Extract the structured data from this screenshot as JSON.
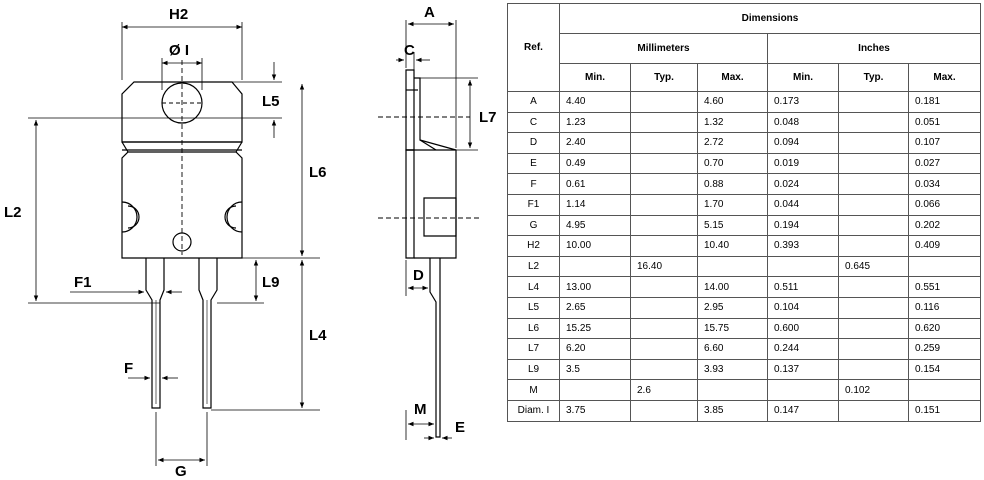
{
  "drawing_labels": {
    "h2": "H2",
    "diam": "Ø I",
    "l5": "L5",
    "l6": "L6",
    "l2": "L2",
    "f1": "F1",
    "l9": "L9",
    "l4": "L4",
    "f": "F",
    "g": "G",
    "a": "A",
    "c": "C",
    "l7": "L7",
    "d": "D",
    "m": "M",
    "e": "E"
  },
  "table": {
    "ref_header": "Ref.",
    "dimensions_header": "Dimensions",
    "mm_header": "Millimeters",
    "in_header": "Inches",
    "min": "Min.",
    "typ": "Typ.",
    "max": "Max.",
    "rows": [
      {
        "ref": "A",
        "mm_min": "4.40",
        "mm_typ": "",
        "mm_max": "4.60",
        "in_min": "0.173",
        "in_typ": "",
        "in_max": "0.181"
      },
      {
        "ref": "C",
        "mm_min": "1.23",
        "mm_typ": "",
        "mm_max": "1.32",
        "in_min": "0.048",
        "in_typ": "",
        "in_max": "0.051"
      },
      {
        "ref": "D",
        "mm_min": "2.40",
        "mm_typ": "",
        "mm_max": "2.72",
        "in_min": "0.094",
        "in_typ": "",
        "in_max": "0.107"
      },
      {
        "ref": "E",
        "mm_min": "0.49",
        "mm_typ": "",
        "mm_max": "0.70",
        "in_min": "0.019",
        "in_typ": "",
        "in_max": "0.027"
      },
      {
        "ref": "F",
        "mm_min": "0.61",
        "mm_typ": "",
        "mm_max": "0.88",
        "in_min": "0.024",
        "in_typ": "",
        "in_max": "0.034"
      },
      {
        "ref": "F1",
        "mm_min": "1.14",
        "mm_typ": "",
        "mm_max": "1.70",
        "in_min": "0.044",
        "in_typ": "",
        "in_max": "0.066"
      },
      {
        "ref": "G",
        "mm_min": "4.95",
        "mm_typ": "",
        "mm_max": "5.15",
        "in_min": "0.194",
        "in_typ": "",
        "in_max": "0.202"
      },
      {
        "ref": "H2",
        "mm_min": "10.00",
        "mm_typ": "",
        "mm_max": "10.40",
        "in_min": "0.393",
        "in_typ": "",
        "in_max": "0.409"
      },
      {
        "ref": "L2",
        "mm_min": "",
        "mm_typ": "16.40",
        "mm_max": "",
        "in_min": "",
        "in_typ": "0.645",
        "in_max": ""
      },
      {
        "ref": "L4",
        "mm_min": "13.00",
        "mm_typ": "",
        "mm_max": "14.00",
        "in_min": "0.511",
        "in_typ": "",
        "in_max": "0.551"
      },
      {
        "ref": "L5",
        "mm_min": "2.65",
        "mm_typ": "",
        "mm_max": "2.95",
        "in_min": "0.104",
        "in_typ": "",
        "in_max": "0.116"
      },
      {
        "ref": "L6",
        "mm_min": "15.25",
        "mm_typ": "",
        "mm_max": "15.75",
        "in_min": "0.600",
        "in_typ": "",
        "in_max": "0.620"
      },
      {
        "ref": "L7",
        "mm_min": "6.20",
        "mm_typ": "",
        "mm_max": "6.60",
        "in_min": "0.244",
        "in_typ": "",
        "in_max": "0.259"
      },
      {
        "ref": "L9",
        "mm_min": "3.5",
        "mm_typ": "",
        "mm_max": "3.93",
        "in_min": "0.137",
        "in_typ": "",
        "in_max": "0.154"
      },
      {
        "ref": "M",
        "mm_min": "",
        "mm_typ": "2.6",
        "mm_max": "",
        "in_min": "",
        "in_typ": "0.102",
        "in_max": ""
      },
      {
        "ref": "Diam. I",
        "mm_min": "3.75",
        "mm_typ": "",
        "mm_max": "3.85",
        "in_min": "0.147",
        "in_typ": "",
        "in_max": "0.151"
      }
    ]
  }
}
